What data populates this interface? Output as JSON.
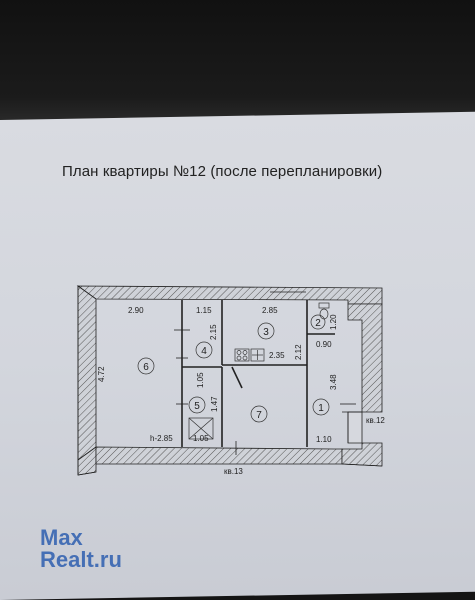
{
  "title": "План квартиры №12 (после перепланировки)",
  "rooms": [
    {
      "number": "1"
    },
    {
      "number": "2"
    },
    {
      "number": "3"
    },
    {
      "number": "4"
    },
    {
      "number": "5"
    },
    {
      "number": "6"
    },
    {
      "number": "7"
    }
  ],
  "dimensions": {
    "d290": "2.90",
    "d115": "1.15",
    "d285_top": "2.85",
    "d120": "1.20",
    "d215": "2.15",
    "d212": "2.12",
    "d235": "2.35",
    "d090": "0.90",
    "d472": "4.72",
    "d105_v": "1.05",
    "d147": "1.47",
    "d348": "3.48",
    "h285": "h-2.85",
    "d105_h": "1.05",
    "d110": "1.10"
  },
  "neighbors": {
    "kv12": "кв.12",
    "kv13": "кв.13"
  },
  "watermark": {
    "line1": "Max",
    "line2": "Realt.ru"
  },
  "colors": {
    "wall_hatch": "#5a5a5a",
    "watermark": "#2e5fb0",
    "paper": "#d6d8de"
  }
}
